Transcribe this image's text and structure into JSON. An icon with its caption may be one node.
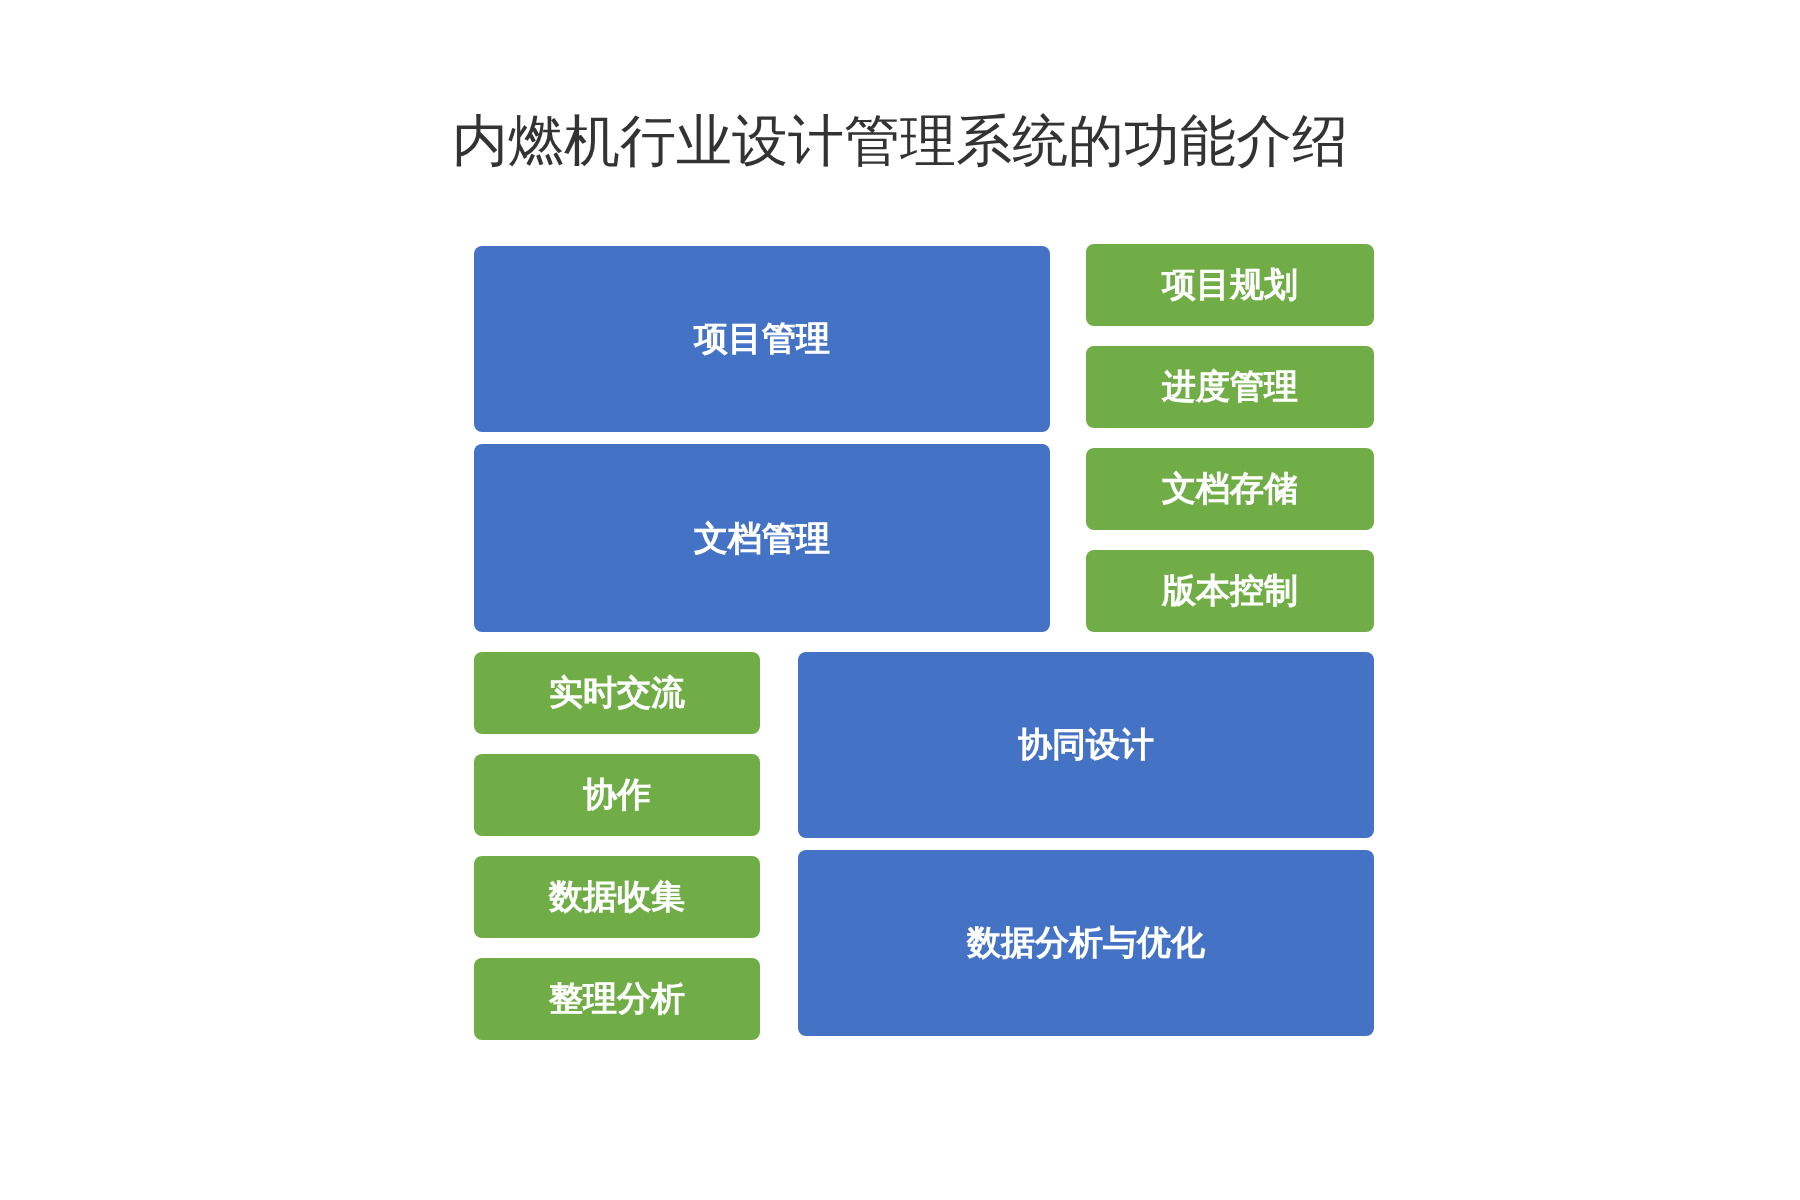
{
  "diagram": {
    "title": "内燃机行业设计管理系统的功能介绍",
    "nodes": [
      {
        "text": [
          "项目管理"
        ]
      },
      {
        "text": [
          "项目规划"
        ]
      },
      {
        "text": [
          "进度管理"
        ]
      },
      {
        "text": [
          "文档管理"
        ]
      },
      {
        "text": [
          "文档存储"
        ]
      },
      {
        "text": [
          "版本控制"
        ]
      },
      {
        "text": [
          "实时交流"
        ]
      },
      {
        "text": [
          "协同设计"
        ]
      },
      {
        "text": [
          "协作"
        ]
      },
      {
        "text": [
          "数据收集"
        ]
      },
      {
        "text": [
          "数据分析与优化"
        ]
      },
      {
        "text": [
          "整理分析"
        ]
      }
    ]
  }
}
